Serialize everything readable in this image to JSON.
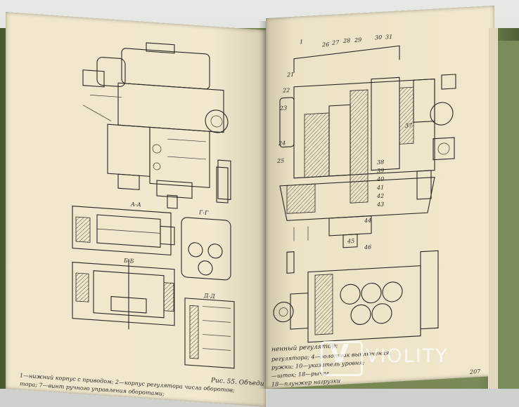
{
  "left_page": {
    "view_labels": [
      "А-А",
      "Г-Г",
      "Б-Б",
      "Д-Д"
    ],
    "caption": "Рис. 55. Объеди",
    "footnote_lines": [
      "1—нижний корпус с приводом; 2—корпус регулятора числа оборотов;",
      "тора; 7—винт ручного управления оборотами;"
    ]
  },
  "right_page": {
    "caption_start": "ненный регулятор:",
    "text_lines": [
      "регулятора; 4—золотник выключения;",
      "ружки; 10—указатель уровня;",
      "—шток; 18—рычаг",
      "18—плунжер нагрузки"
    ],
    "part_numbers": [
      "1",
      "26",
      "27",
      "28",
      "29",
      "30",
      "31",
      "21",
      "22",
      "23",
      "24",
      "25",
      "37",
      "38",
      "39",
      "40",
      "41",
      "42",
      "43",
      "44",
      "45",
      "46"
    ],
    "page_number": "207"
  },
  "watermark": {
    "logo": "V",
    "text": "VIOLITY"
  },
  "colors": {
    "paper": "#efe6cb",
    "ink": "#2a2722",
    "cover": "#6f7f49"
  }
}
